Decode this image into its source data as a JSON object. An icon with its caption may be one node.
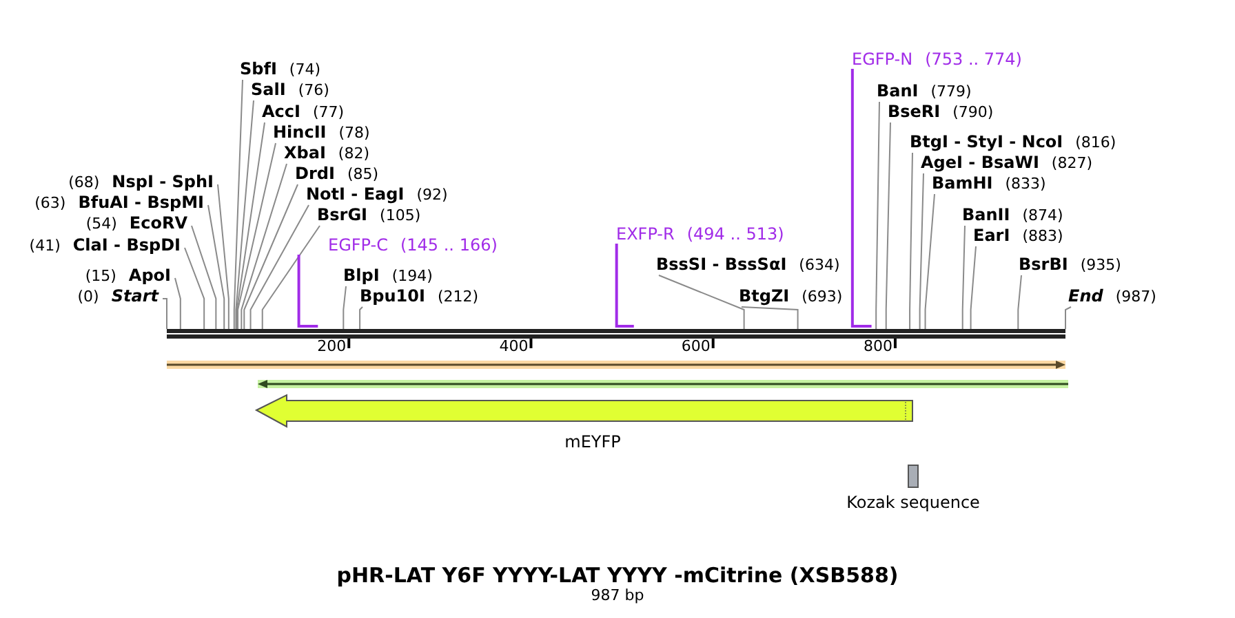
{
  "diagram": {
    "title": "pHR-LAT Y6F YYYY-LAT YYYY -mCitrine (XSB588)",
    "caption": "987 bp",
    "nodes": [
      {
        "text": [],
        "shape": "bar"
      },
      {
        "text": [
          "(0)",
          "Start"
        ]
      },
      {
        "text": [
          "(15)",
          "ApoI"
        ]
      },
      {
        "text": [
          "(41)",
          "ClaI - BspDI"
        ]
      },
      {
        "text": [
          "(54)",
          "EcoRV"
        ]
      },
      {
        "text": [
          "(63)",
          "BfuAI - BspMI"
        ]
      },
      {
        "text": [
          "(68)",
          "NspI - SphI"
        ]
      },
      {
        "text": [
          "SbfI",
          "(74)"
        ]
      },
      {
        "text": [
          "SalI",
          "(76)"
        ]
      },
      {
        "text": [
          "AccI",
          "(77)"
        ]
      },
      {
        "text": [
          "HincII",
          "(78)"
        ]
      },
      {
        "text": [
          "XbaI",
          "(82)"
        ]
      },
      {
        "text": [
          "DrdI",
          "(85)"
        ]
      },
      {
        "text": [
          "NotI - EagI",
          "(92)"
        ]
      },
      {
        "text": [
          "BsrGI",
          "(105)"
        ]
      },
      {
        "text": [
          "EGFP-C",
          "(145 .. 166)"
        ]
      },
      {
        "text": [
          "BlpI",
          "(194)"
        ]
      },
      {
        "text": [
          "Bpu10I",
          "(212)"
        ]
      },
      {
        "text": [
          "EXFP-R",
          "(494 .. 513)"
        ]
      },
      {
        "text": [
          "BssSI - BssSαI",
          "(634)"
        ]
      },
      {
        "text": [
          "BtgZI",
          "(693)"
        ]
      },
      {
        "text": [
          "EGFP-N",
          "(753 .. 774)"
        ]
      },
      {
        "text": [
          "BanI",
          "(779)"
        ]
      },
      {
        "text": [
          "BseRI",
          "(790)"
        ]
      },
      {
        "text": [
          "BtgI - StyI - NcoI",
          "(816)"
        ]
      },
      {
        "text": [
          "AgeI - BsaWI",
          "(827)"
        ]
      },
      {
        "text": [
          "BamHI",
          "(833)"
        ]
      },
      {
        "text": [
          "BanII",
          "(874)"
        ]
      },
      {
        "text": [
          "EarI",
          "(883)"
        ]
      },
      {
        "text": [
          "BsrBI",
          "(935)"
        ]
      },
      {
        "text": [
          "End",
          "(987)"
        ]
      },
      {
        "text": [],
        "shape": "arrow"
      },
      {
        "text": [],
        "shape": "arrow"
      },
      {
        "text": [
          "mEYFP"
        ]
      },
      {
        "text": [
          "Kozak sequence"
        ]
      }
    ],
    "edges": [
      {
        "from": 1,
        "to": 0,
        "arrow": "none"
      },
      {
        "from": 2,
        "to": 0,
        "arrow": "none"
      },
      {
        "from": 3,
        "to": 0,
        "arrow": "none"
      },
      {
        "from": 4,
        "to": 0,
        "arrow": "none"
      },
      {
        "from": 5,
        "to": 0,
        "arrow": "none"
      },
      {
        "from": 6,
        "to": 0,
        "arrow": "none"
      },
      {
        "from": 7,
        "to": 0,
        "arrow": "none"
      },
      {
        "from": 8,
        "to": 0,
        "arrow": "none"
      },
      {
        "from": 9,
        "to": 0,
        "arrow": "none"
      },
      {
        "from": 10,
        "to": 0,
        "arrow": "none"
      },
      {
        "from": 11,
        "to": 0,
        "arrow": "none"
      },
      {
        "from": 12,
        "to": 0,
        "arrow": "none"
      },
      {
        "from": 13,
        "to": 0,
        "arrow": "none"
      },
      {
        "from": 14,
        "to": 0,
        "arrow": "none"
      },
      {
        "from": 15,
        "to": 0,
        "arrow": "none",
        "color": "#a12ce8"
      },
      {
        "from": 16,
        "to": 0,
        "arrow": "none"
      },
      {
        "from": 17,
        "to": 0,
        "arrow": "none"
      },
      {
        "from": 18,
        "to": 0,
        "arrow": "none",
        "color": "#a12ce8"
      },
      {
        "from": 19,
        "to": 0,
        "arrow": "none"
      },
      {
        "from": 20,
        "to": 0,
        "arrow": "none"
      },
      {
        "from": 21,
        "to": 0,
        "arrow": "none",
        "color": "#a12ce8"
      },
      {
        "from": 22,
        "to": 0,
        "arrow": "none"
      },
      {
        "from": 23,
        "to": 0,
        "arrow": "none"
      },
      {
        "from": 24,
        "to": 0,
        "arrow": "none"
      },
      {
        "from": 25,
        "to": 0,
        "arrow": "none"
      },
      {
        "from": 26,
        "to": 0,
        "arrow": "none"
      },
      {
        "from": 27,
        "to": 0,
        "arrow": "none"
      },
      {
        "from": 28,
        "to": 0,
        "arrow": "none"
      },
      {
        "from": 29,
        "to": 0,
        "arrow": "none"
      },
      {
        "from": 30,
        "to": 0,
        "arrow": "none"
      }
    ],
    "labels": [
      "200",
      "400",
      "600",
      "800"
    ]
  }
}
